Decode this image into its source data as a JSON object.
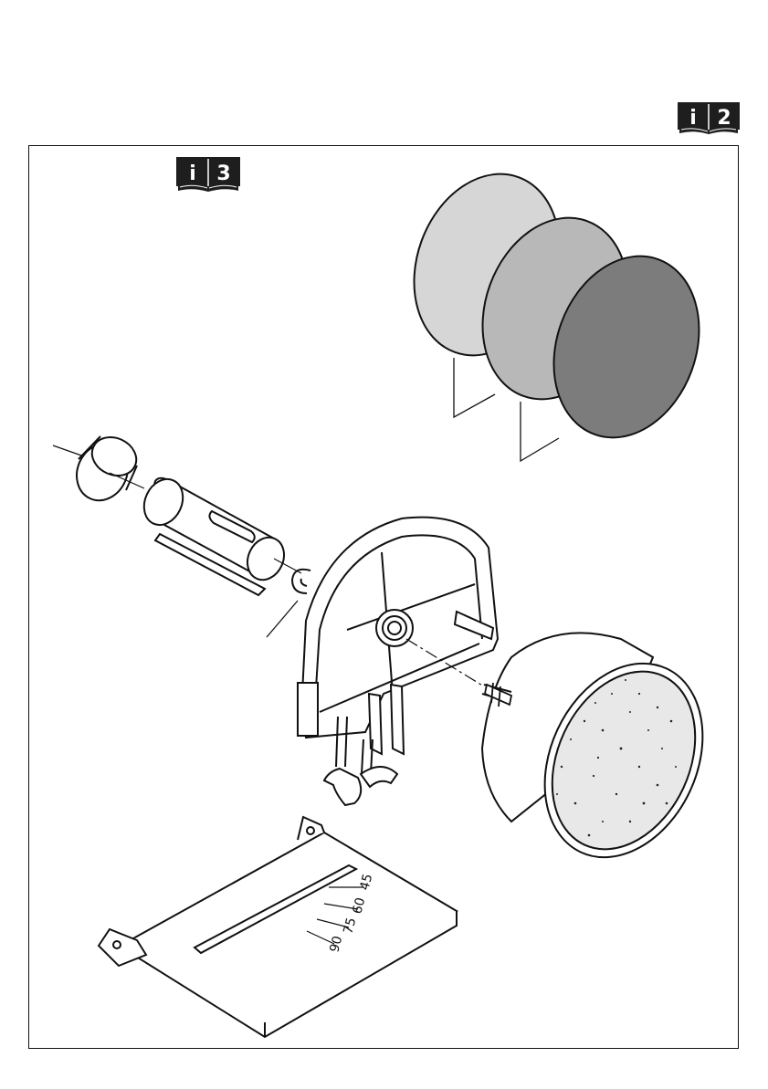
{
  "header": {
    "manual_icon_label": "i 2"
  },
  "figure": {
    "manual_icon_label": "i 3",
    "scale_labels": [
      "45",
      "60",
      "75",
      "90"
    ]
  },
  "colors": {
    "disc_light": "#d6d6d6",
    "disc_medium": "#b8b8b8",
    "disc_dark": "#7c7c7c",
    "line": "#111111"
  }
}
